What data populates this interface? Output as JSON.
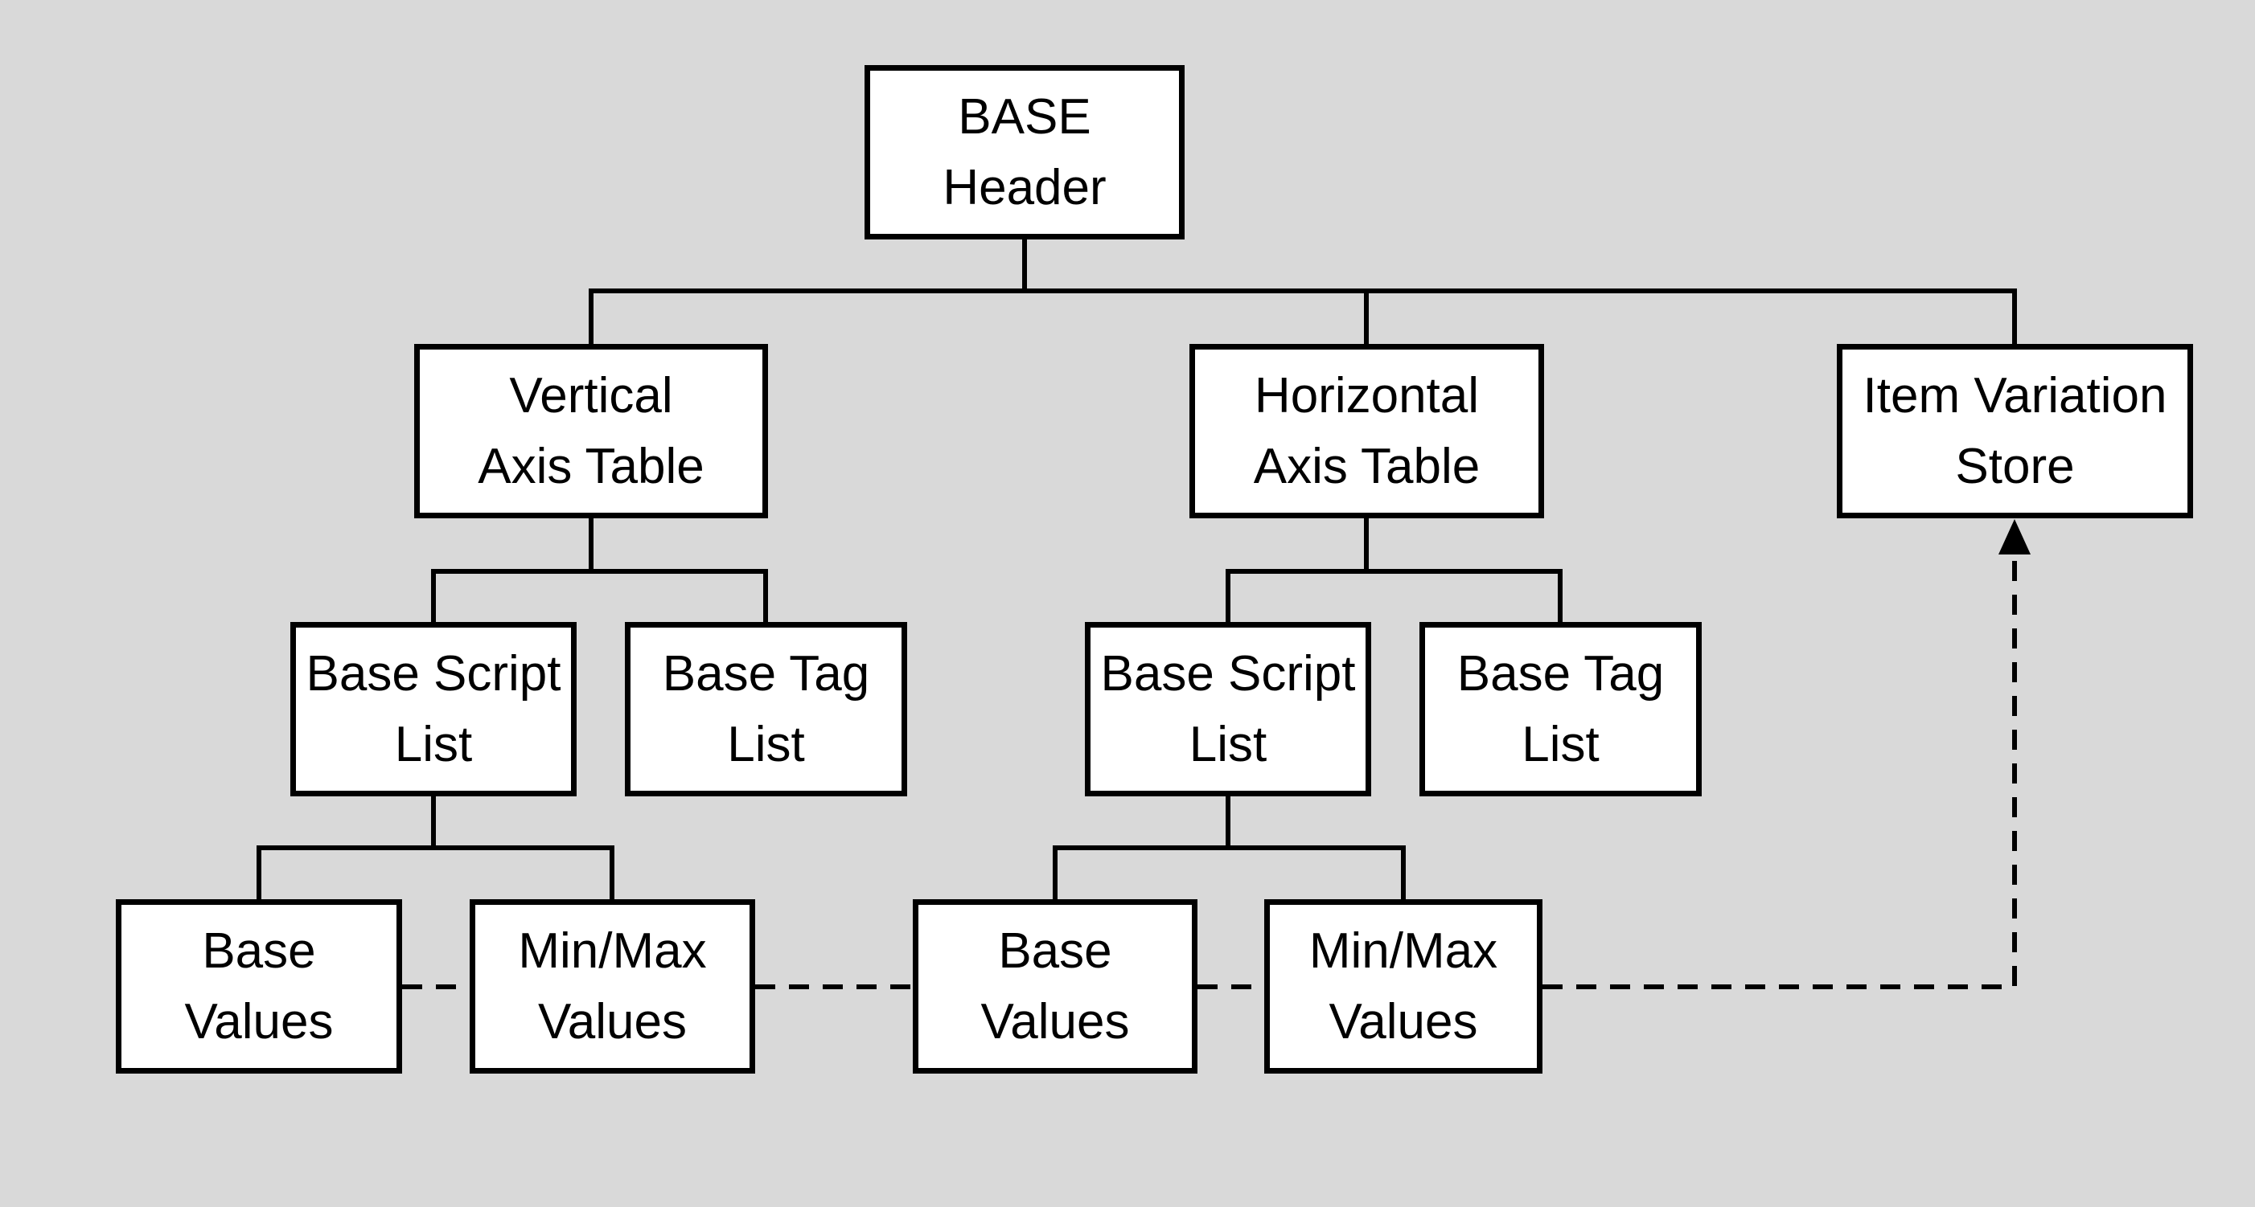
{
  "nodes": {
    "base_header": {
      "label": "BASE\nHeader"
    },
    "vertical_axis_table": {
      "label": "Vertical\nAxis Table"
    },
    "horizontal_axis_table": {
      "label": "Horizontal\nAxis Table"
    },
    "item_variation_store": {
      "label": "Item Variation\nStore"
    },
    "vertical_base_script_list": {
      "label": "Base Script\nList"
    },
    "vertical_base_tag_list": {
      "label": "Base Tag\nList"
    },
    "horizontal_base_script_list": {
      "label": "Base Script\nList"
    },
    "horizontal_base_tag_list": {
      "label": "Base Tag\nList"
    },
    "vertical_base_values": {
      "label": "Base\nValues"
    },
    "vertical_minmax_values": {
      "label": "Min/Max\nValues"
    },
    "horizontal_base_values": {
      "label": "Base\nValues"
    },
    "horizontal_minmax_values": {
      "label": "Min/Max\nValues"
    }
  },
  "edges": {
    "solid": [
      {
        "from": "base_header",
        "to": "vertical_axis_table"
      },
      {
        "from": "base_header",
        "to": "horizontal_axis_table"
      },
      {
        "from": "base_header",
        "to": "item_variation_store"
      },
      {
        "from": "vertical_axis_table",
        "to": "vertical_base_script_list"
      },
      {
        "from": "vertical_axis_table",
        "to": "vertical_base_tag_list"
      },
      {
        "from": "horizontal_axis_table",
        "to": "horizontal_base_script_list"
      },
      {
        "from": "horizontal_axis_table",
        "to": "horizontal_base_tag_list"
      },
      {
        "from": "vertical_base_script_list",
        "to": "vertical_base_values"
      },
      {
        "from": "vertical_base_script_list",
        "to": "vertical_minmax_values"
      },
      {
        "from": "horizontal_base_script_list",
        "to": "horizontal_base_values"
      },
      {
        "from": "horizontal_base_script_list",
        "to": "horizontal_minmax_values"
      }
    ],
    "dashed": [
      {
        "from": "vertical_base_values",
        "to": "vertical_minmax_values"
      },
      {
        "from": "vertical_minmax_values",
        "to": "horizontal_base_values"
      },
      {
        "from": "horizontal_base_values",
        "to": "horizontal_minmax_values"
      },
      {
        "from": "horizontal_minmax_values",
        "to": "item_variation_store",
        "arrow": "to"
      }
    ]
  },
  "colors": {
    "background": "#d9d9d9",
    "node_fill": "#ffffff",
    "node_border": "#000000",
    "line": "#000000",
    "text": "#000000"
  }
}
